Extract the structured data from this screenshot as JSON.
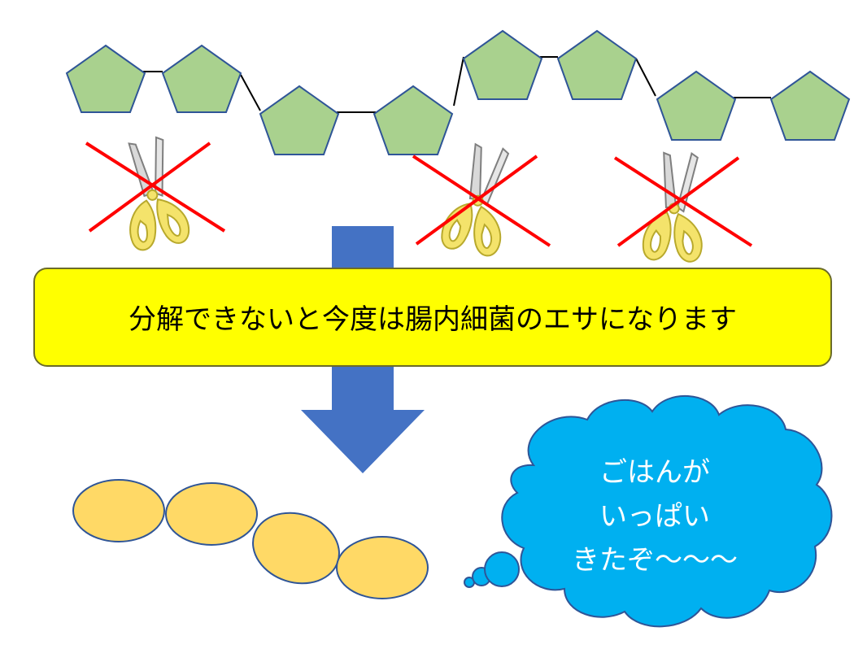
{
  "banner": {
    "text": "分解できないと今度は腸内細菌のエサになります",
    "fill": "#ffff00",
    "border": "#6b6b2a"
  },
  "thought_bubble": {
    "lines": [
      "ごはんが",
      "いっぱい",
      "きたぞ〜〜〜"
    ],
    "fill": "#00b0f0",
    "border": "#2f5597"
  },
  "colors": {
    "pentagon_fill": "#a9d18e",
    "pentagon_stroke": "#2f5597",
    "arrow": "#4472c4",
    "oval_fill": "#ffd966",
    "oval_stroke": "#2f5597",
    "cross": "#ff0000",
    "scissors_handle": "#f4e36b",
    "scissors_blade": "#d9d9d9"
  },
  "icons": {
    "scissors": "scissors-icon",
    "cross": "cross-out-icon"
  }
}
